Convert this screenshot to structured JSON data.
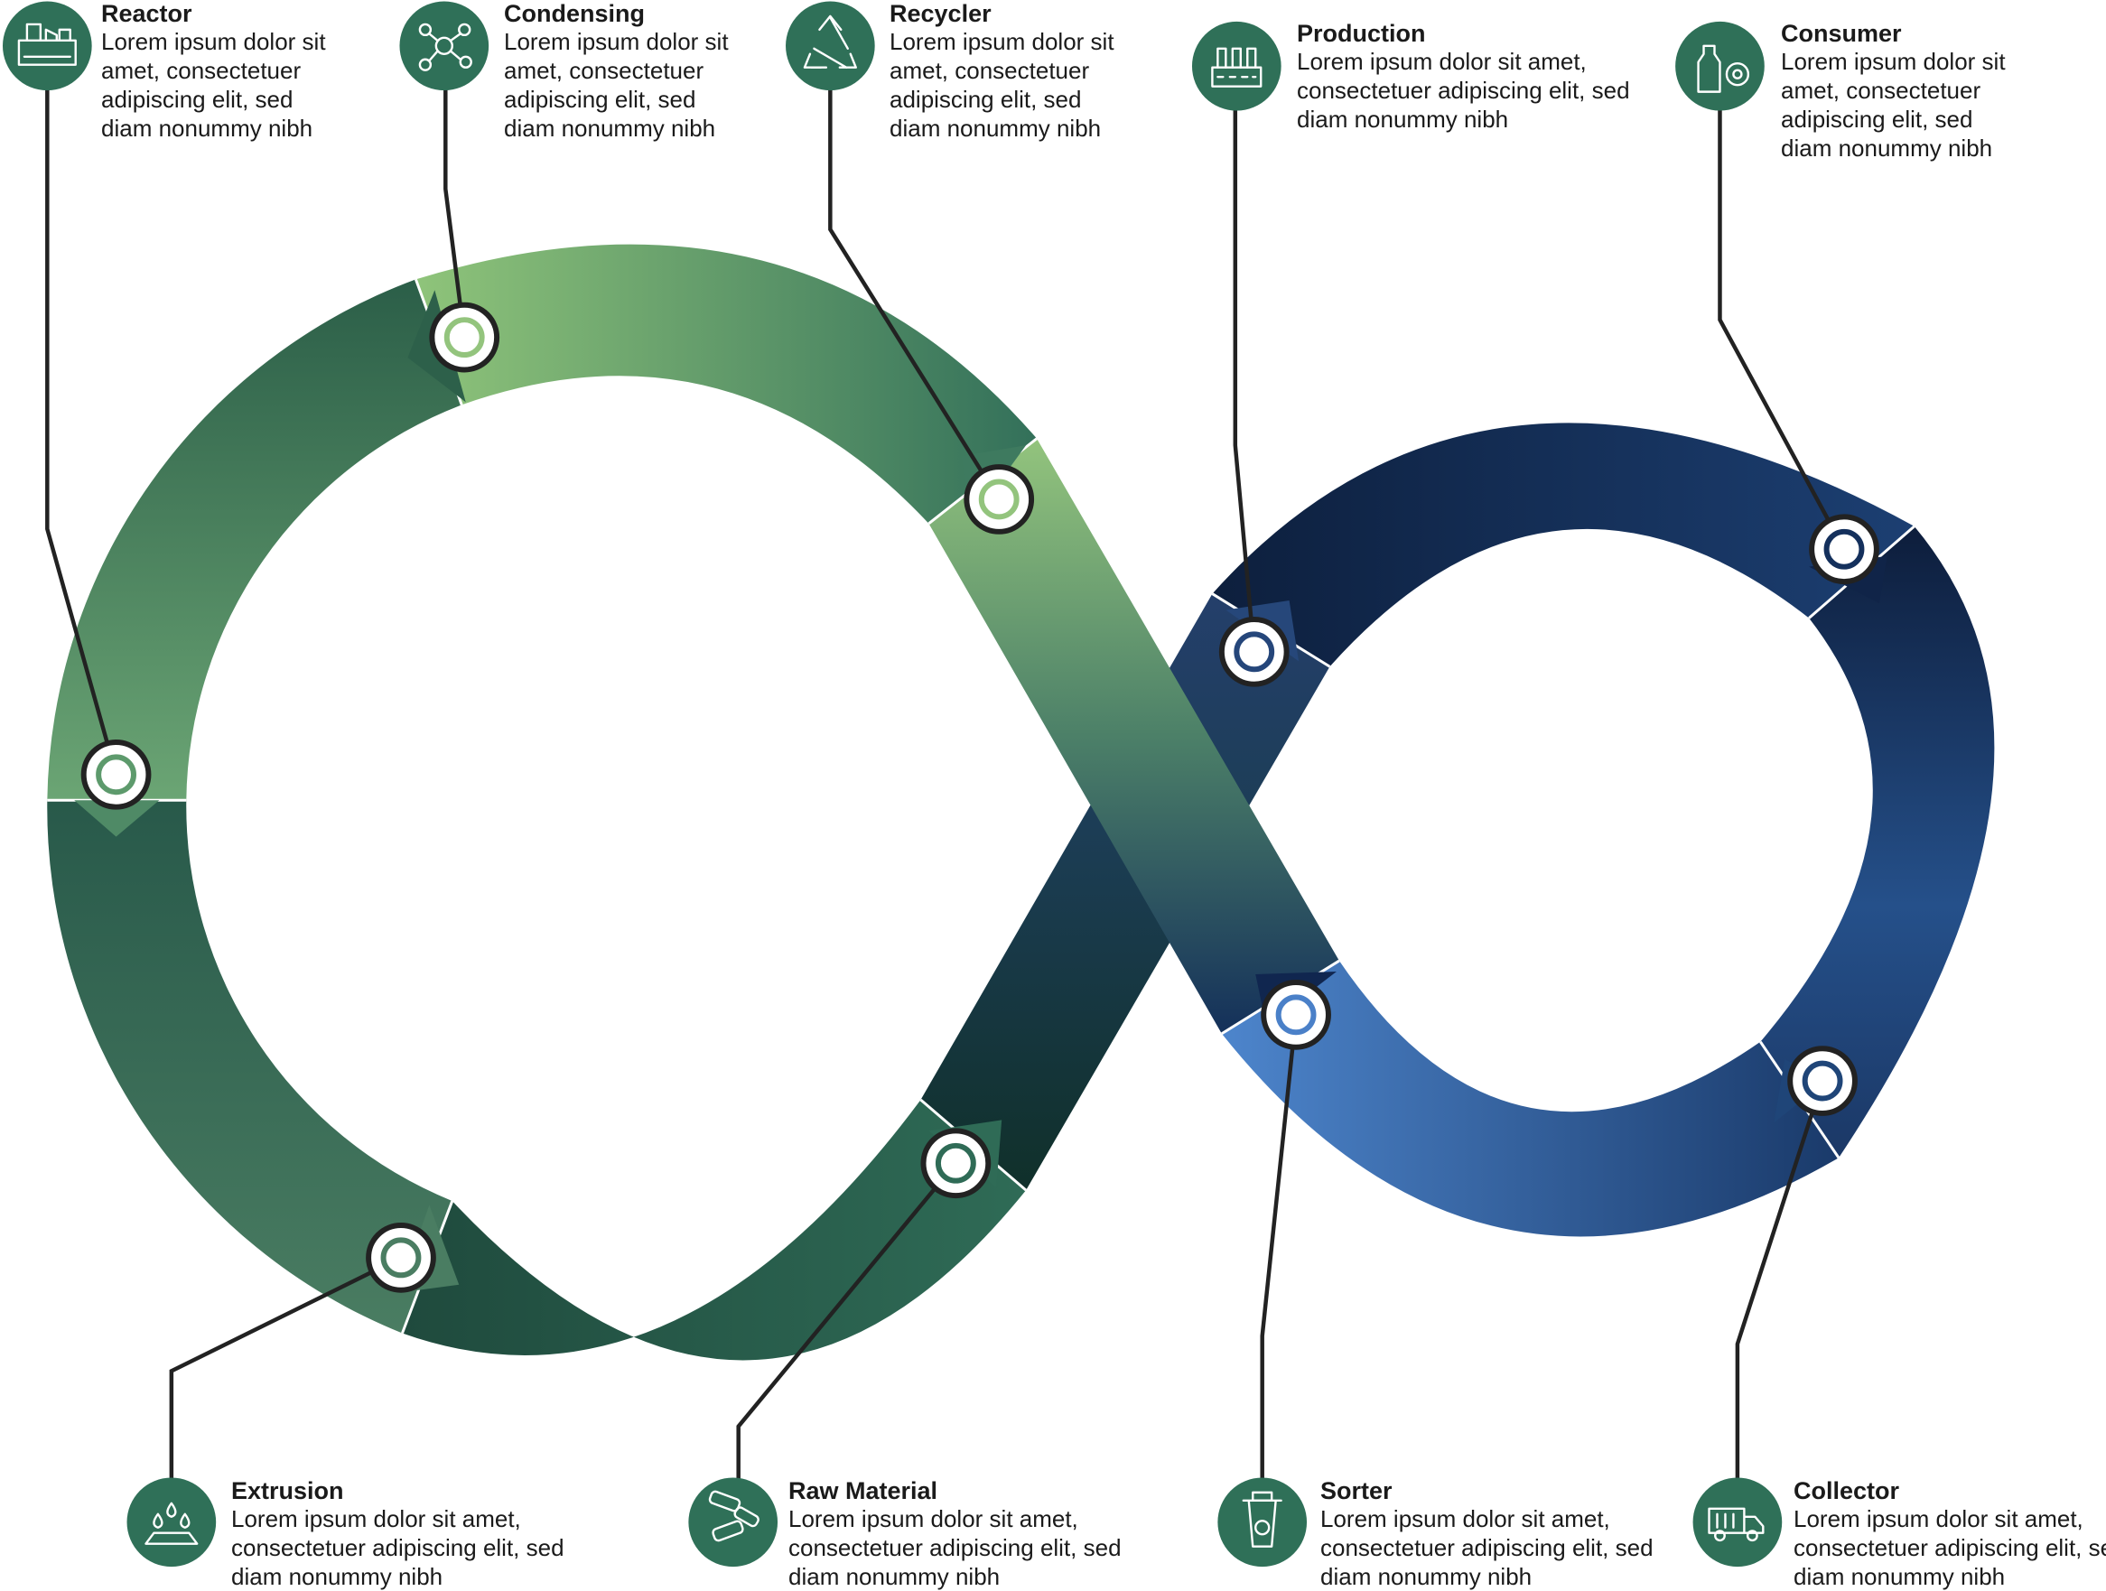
{
  "colors": {
    "icon_bg": "#2f7058",
    "connector": "#222222",
    "green_dark": "#2a5c47",
    "green_light": "#93c47d",
    "blue_dark": "#0e1f3f",
    "blue_mid": "#1f3f70",
    "blue_light": "#4a80c8"
  },
  "stages": [
    {
      "id": "reactor",
      "title": "Reactor",
      "body": "Lorem ipsum dolor sit amet, consectetuer adipiscing elit, sed diam nonummy nibh",
      "icon": "factory-icon"
    },
    {
      "id": "condensing",
      "title": "Condensing",
      "body": "Lorem ipsum dolor sit amet, consectetuer adipiscing elit, sed diam nonummy nibh",
      "icon": "molecule-icon"
    },
    {
      "id": "recycler",
      "title": "Recycler",
      "body": "Lorem ipsum dolor sit amet, consectetuer adipiscing elit, sed diam nonummy nibh",
      "icon": "recycle-icon"
    },
    {
      "id": "production",
      "title": "Production",
      "body": "Lorem ipsum dolor sit amet, consectetuer adipiscing elit, sed diam nonummy nibh",
      "icon": "production-line-icon"
    },
    {
      "id": "consumer",
      "title": "Consumer",
      "body": "Lorem ipsum dolor sit amet, consectetuer adipiscing elit, sed diam nonummy nibh",
      "icon": "bottles-icon"
    },
    {
      "id": "extrusion",
      "title": "Extrusion",
      "body": "Lorem ipsum dolor sit amet, consectetuer adipiscing elit, sed diam nonummy nibh",
      "icon": "droplets-icon"
    },
    {
      "id": "raw_material",
      "title": "Raw Material",
      "body": "Lorem ipsum dolor sit amet, consectetuer adipiscing elit, sed diam nonummy nibh",
      "icon": "bottles-pile-icon"
    },
    {
      "id": "sorter",
      "title": "Sorter",
      "body": "Lorem ipsum dolor sit amet, consectetuer adipiscing elit, sed diam nonummy nibh",
      "icon": "bin-icon"
    },
    {
      "id": "collector",
      "title": "Collector",
      "body": "Lorem ipsum dolor sit amet, consectetuer adipiscing elit, sed diam nonummy nibh",
      "icon": "truck-icon"
    }
  ]
}
